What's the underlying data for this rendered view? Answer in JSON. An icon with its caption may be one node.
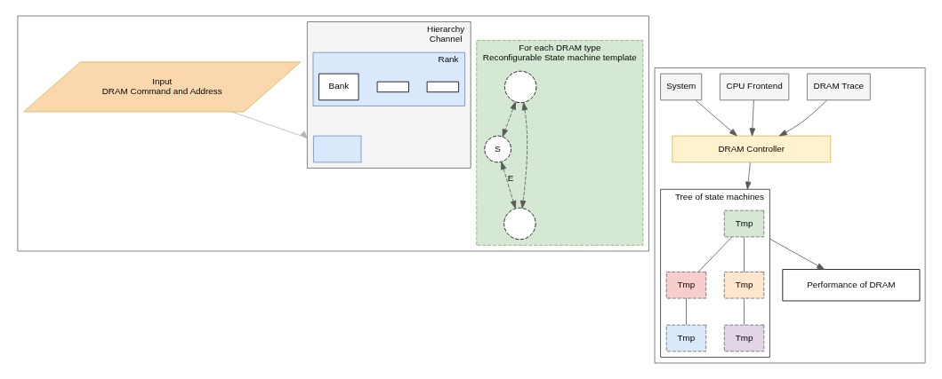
{
  "diagram": {
    "nodes": [
      {
        "text": [],
        "shape": "box"
      },
      {
        "text": [
          "Input",
          "DRAM Command and Address"
        ],
        "in": 0
      },
      {
        "text": [
          "Hierarchy",
          "Channel"
        ],
        "in": 0
      },
      {
        "text": [],
        "shape": "box",
        "in": 2
      },
      {
        "text": [
          "Rank"
        ],
        "in": 2
      },
      {
        "text": [],
        "shape": "box",
        "in": 4
      },
      {
        "text": [],
        "shape": "box",
        "in": 4
      },
      {
        "text": [
          "Bank"
        ],
        "in": 4
      },
      {
        "text": [
          "For each DRAM type",
          "Reconfigurable State machine template"
        ],
        "in": 0
      },
      {
        "text": [
          "S"
        ],
        "in": 8
      },
      {
        "text": [],
        "shape": "circle",
        "in": 8
      },
      {
        "text": [],
        "shape": "circle",
        "in": 8
      },
      {
        "text": [],
        "shape": "box"
      },
      {
        "text": [
          "DRAM Trace"
        ],
        "in": 12
      },
      {
        "text": [
          "CPU Frontend"
        ],
        "in": 12
      },
      {
        "text": [
          "System"
        ],
        "in": 12
      },
      {
        "text": [
          "DRAM Controller"
        ],
        "in": 12
      },
      {
        "text": [
          "Tree of state machines"
        ],
        "in": 12
      },
      {
        "text": [
          "Tmp"
        ],
        "in": 17
      },
      {
        "text": [
          "Tmp"
        ],
        "in": 17
      },
      {
        "text": [
          "Tmp"
        ],
        "in": 17
      },
      {
        "text": [
          "Tmp"
        ],
        "in": 17
      },
      {
        "text": [
          "Tmp"
        ],
        "in": 17
      },
      {
        "text": [
          "Performance of DRAM"
        ],
        "in": 12
      }
    ],
    "edges": [
      {
        "from": 1,
        "to": 2,
        "arrow": "to",
        "color": "#b3b3b3"
      },
      {
        "from": 10,
        "to": 9,
        "arrow": "both",
        "style": "dashed"
      },
      {
        "from": 9,
        "to": 11,
        "arrow": "both",
        "style": "dashed",
        "label": "E"
      },
      {
        "from": 10,
        "to": 11,
        "arrow": "both",
        "style": "dashed"
      },
      {
        "from": 13,
        "to": 16,
        "arrow": "to"
      },
      {
        "from": 14,
        "to": 16,
        "arrow": "to"
      },
      {
        "from": 15,
        "to": 16,
        "arrow": "to"
      },
      {
        "from": 16,
        "to": 17,
        "arrow": "to"
      },
      {
        "from": 18,
        "to": 19,
        "arrow": "none"
      },
      {
        "from": 18,
        "to": 20,
        "arrow": "none"
      },
      {
        "from": 19,
        "to": 21,
        "arrow": "none"
      },
      {
        "from": 20,
        "to": 22,
        "arrow": "none"
      },
      {
        "from": 17,
        "to": 23,
        "arrow": "to"
      }
    ]
  }
}
